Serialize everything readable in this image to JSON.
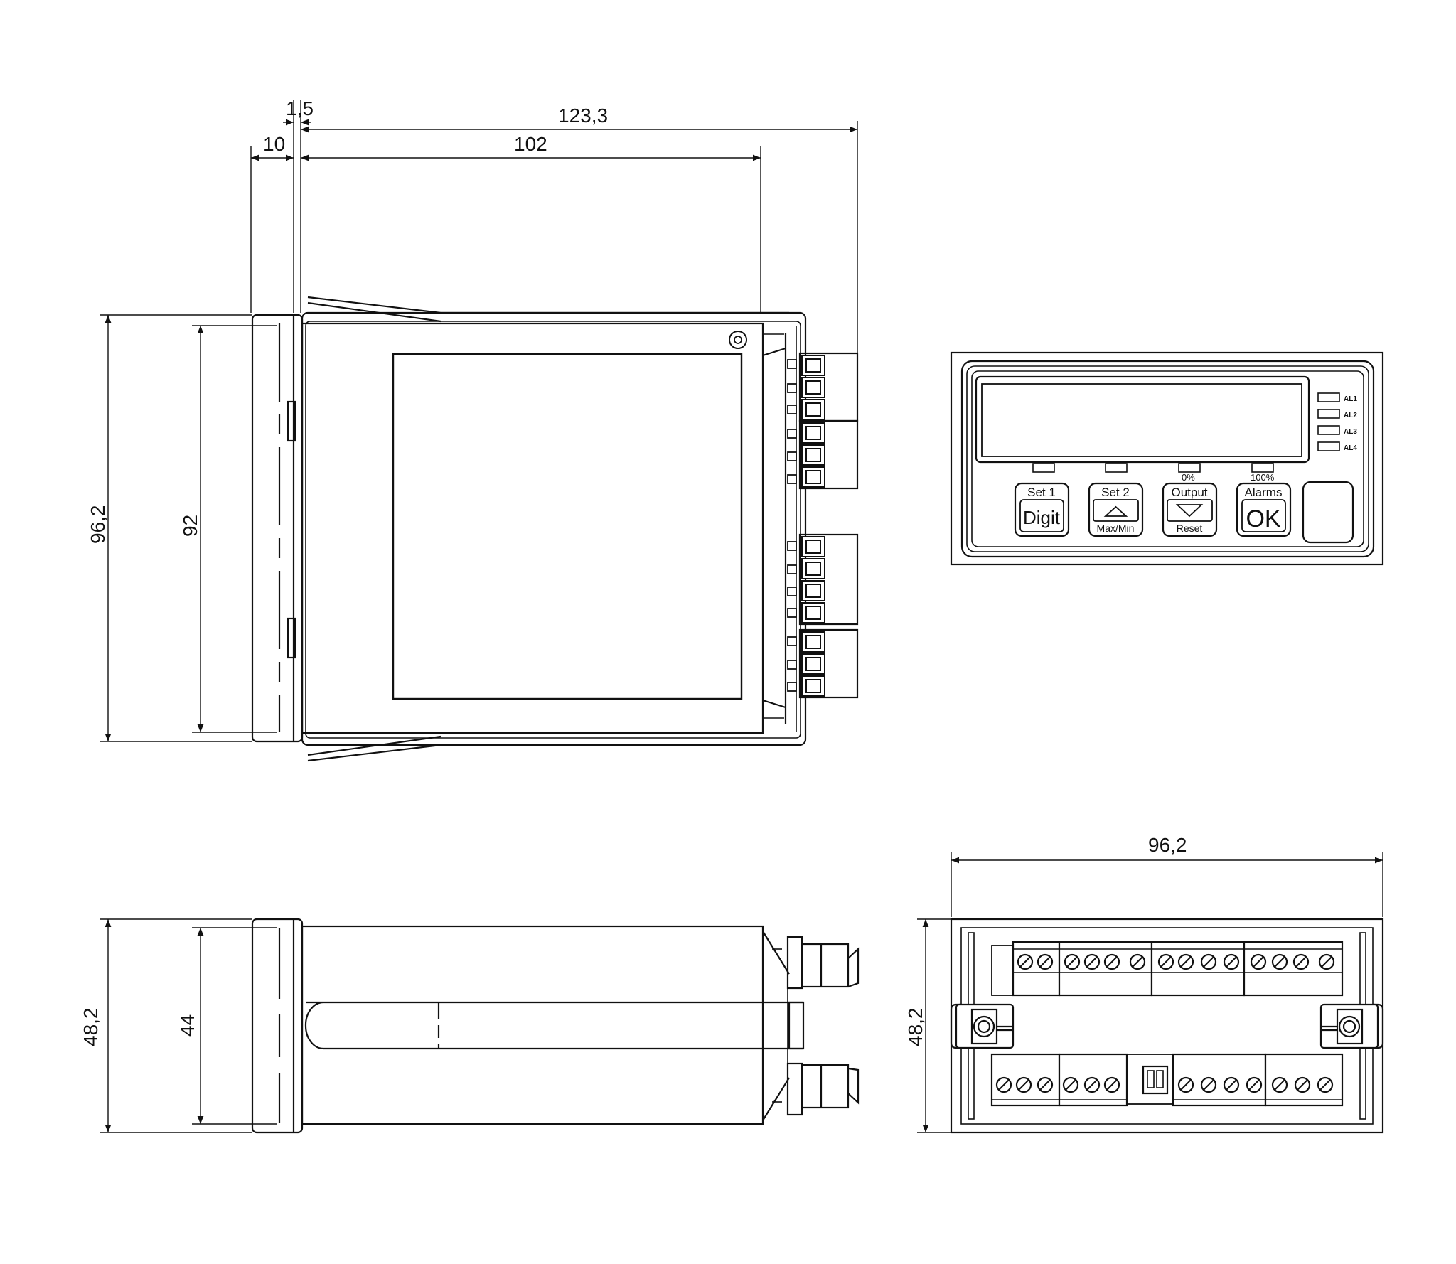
{
  "dimensions": {
    "top": {
      "d1_5": "1,5",
      "d123_3": "123,3",
      "d10": "10",
      "d102": "102"
    },
    "side": {
      "d96_2": "96,2",
      "d92": "92"
    },
    "bottom": {
      "d48_2": "48,2",
      "d44": "44"
    },
    "rear": {
      "width": "96,2",
      "height": "48,2"
    }
  },
  "front_panel": {
    "alarms": [
      "AL1",
      "AL2",
      "AL3",
      "AL4"
    ],
    "indicator_labels": {
      "p0": "0%",
      "p100": "100%"
    },
    "buttons": {
      "b1": {
        "top": "Set 1",
        "main": "Digit"
      },
      "b2": {
        "top": "Set 2",
        "sub": "Max/Min"
      },
      "b3": {
        "top": "Output",
        "sub": "Reset"
      },
      "b4": {
        "top": "Alarms",
        "main": "OK"
      }
    }
  }
}
